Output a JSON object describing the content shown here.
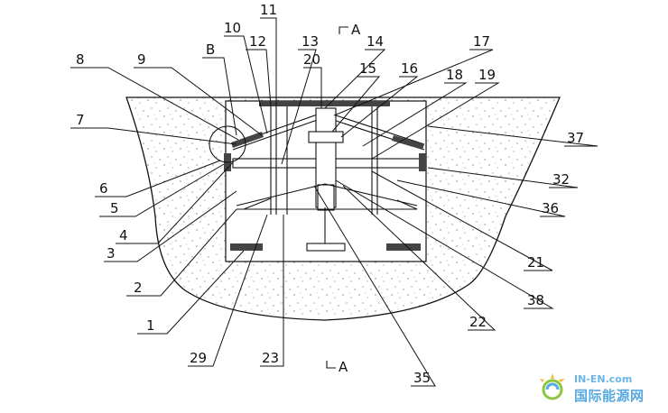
{
  "diagram": {
    "callouts": [
      "1",
      "2",
      "3",
      "4",
      "5",
      "6",
      "7",
      "8",
      "9",
      "B",
      "10",
      "11",
      "12",
      "13",
      "20",
      "14",
      "15",
      "16",
      "17",
      "18",
      "19",
      "37",
      "32",
      "36",
      "21",
      "38",
      "22",
      "35",
      "23",
      "29"
    ],
    "section_marks": [
      "A",
      "A"
    ]
  },
  "watermark": {
    "en_text": "IN-EN.com",
    "cn_text": "国际能源网"
  },
  "colors": {
    "line": "#111111",
    "watermark": "#58a9e0"
  }
}
